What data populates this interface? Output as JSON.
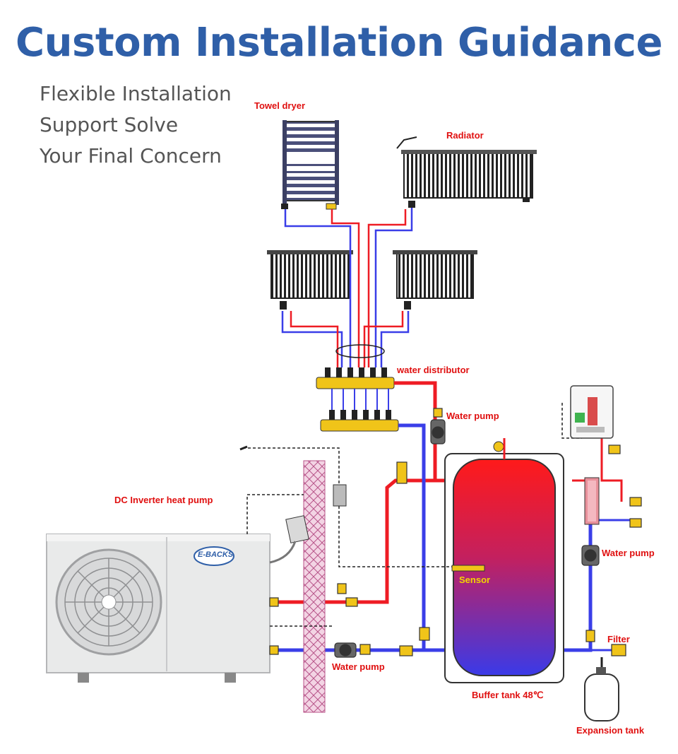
{
  "header": {
    "title": "Custom Installation Guidance",
    "subtitle_lines": [
      "Flexible Installation",
      "Support Solve",
      "Your Final Concern"
    ]
  },
  "labels": {
    "towel_dryer": "Towel dryer",
    "radiator": "Radiator",
    "water_distributor": "water distributor",
    "water_pump_top": "Water pump",
    "dc_inverter_heat_pump": "DC Inverter heat pump",
    "sensor": "Sensor",
    "water_pump_right": "Water pump",
    "filter": "Filter",
    "water_pump_bottom": "Water pump",
    "buffer_tank": "Buffer tank 48℃",
    "expansion_tank": "Expansion tank"
  },
  "brand": {
    "logo_text": "E-BACKS"
  },
  "colors": {
    "title": "#2f5fa8",
    "label_red": "#e01010",
    "sensor_label": "#f2d600",
    "hot_pipe": "#ee1c24",
    "cold_pipe": "#3a3ee8",
    "fitting": "#f0c419",
    "wall": "#e8c4d8"
  }
}
